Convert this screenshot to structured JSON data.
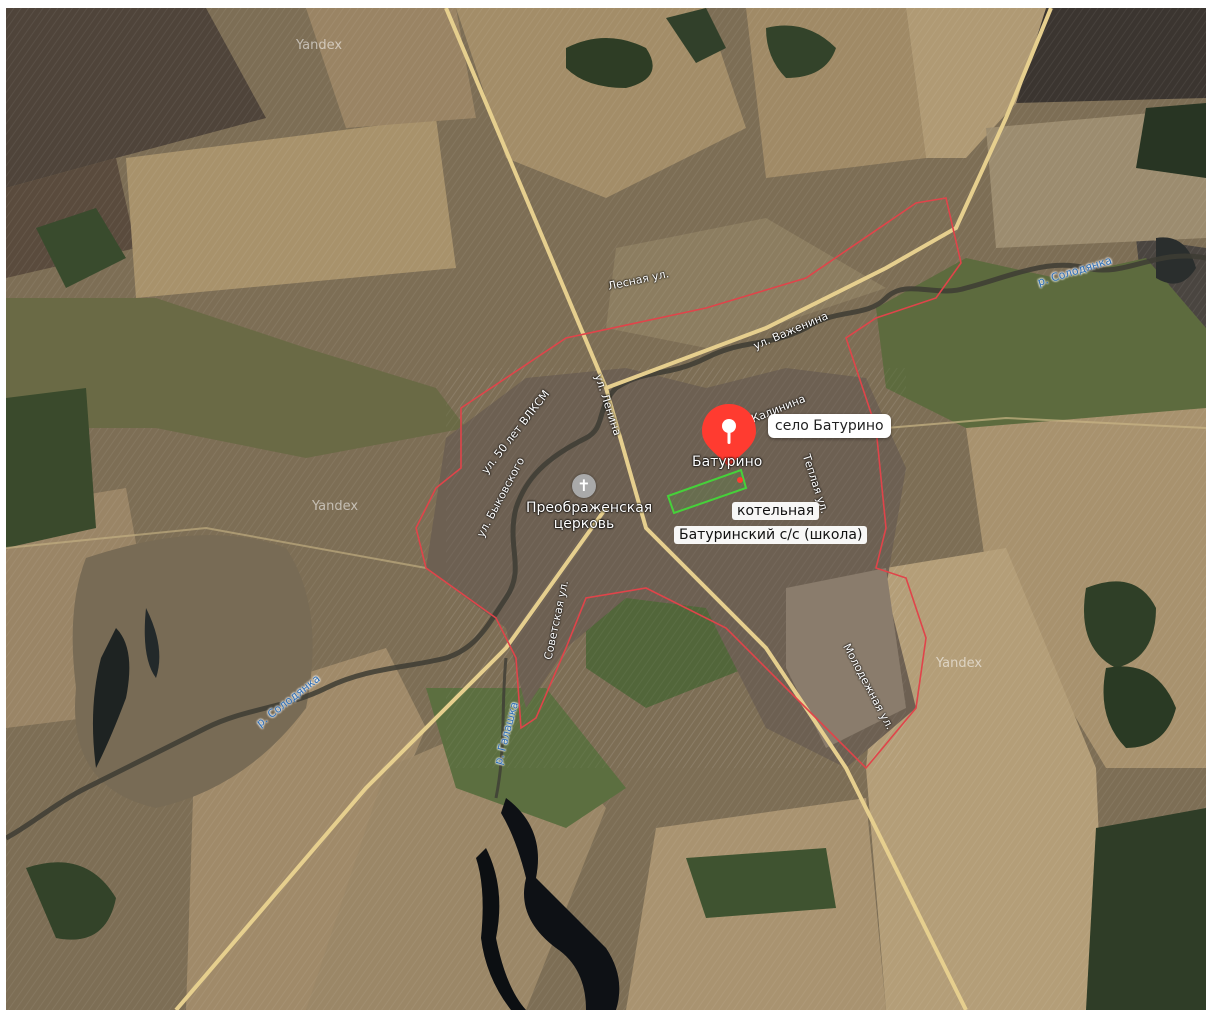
{
  "map": {
    "watermark": "Yandex",
    "place_name": "Батурино",
    "place_card": "село Батурино",
    "church_label_line1": "Преображенская",
    "church_label_line2": "церковь",
    "church_icon": "cross-icon",
    "object_label_1": "котельная",
    "object_label_2": "Батуринский с/с (школа)",
    "pin_icon": "map-pin-icon",
    "pin_color": "#ff3b30",
    "boundary_color": "#e0444a",
    "highlight_color": "#46d13a",
    "streets": {
      "lesnaya": "Лесная ул.",
      "vazhenina": "ул. Важенина",
      "lenina": "ул. Ленина",
      "vlksm": "ул. 50 лет ВЛКСМ",
      "bykovskogo": "ул. Быковского",
      "kalinina": "Калинина",
      "teplaya": "Теплая ул.",
      "sovetskaya": "Советская ул.",
      "molodezhnaya": "Молодежная ул."
    },
    "rivers": {
      "solodyanka_east": "р. Солодянка",
      "solodyanka_west": "р. Солодянка",
      "galashka": "р. Галашка"
    }
  }
}
